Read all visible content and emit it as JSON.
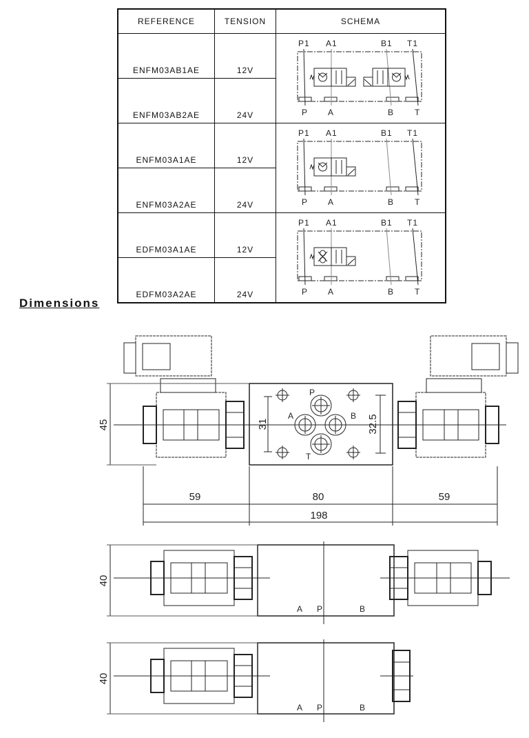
{
  "table": {
    "headers": [
      "REFERENCE",
      "TENSION",
      "SCHEMA"
    ],
    "rows": [
      {
        "reference": "ENFM03AB1AE",
        "tension": "12V"
      },
      {
        "reference": "ENFM03AB2AE",
        "tension": "24V"
      },
      {
        "reference": "ENFM03A1AE",
        "tension": "12V"
      },
      {
        "reference": "ENFM03A2AE",
        "tension": "24V"
      },
      {
        "reference": "EDFM03A1AE",
        "tension": "12V"
      },
      {
        "reference": "EDFM03A2AE",
        "tension": "24V"
      }
    ],
    "schema_ports_top": [
      "P1",
      "A1",
      "B1",
      "T1"
    ],
    "schema_ports_bottom": [
      "P",
      "A",
      "B",
      "T"
    ]
  },
  "dimensions": {
    "heading": "Dimensions",
    "top_view": {
      "height": "45",
      "ports": [
        "P",
        "A",
        "B",
        "T"
      ],
      "hole_spacing_a": "31",
      "hole_spacing_b": "32.5",
      "left": "59",
      "center": "80",
      "right": "59",
      "total": "198"
    },
    "side_view_double": {
      "height": "40",
      "ports": [
        "A",
        "P",
        "B"
      ]
    },
    "side_view_single": {
      "height": "40",
      "ports": [
        "A",
        "P",
        "B"
      ]
    }
  }
}
